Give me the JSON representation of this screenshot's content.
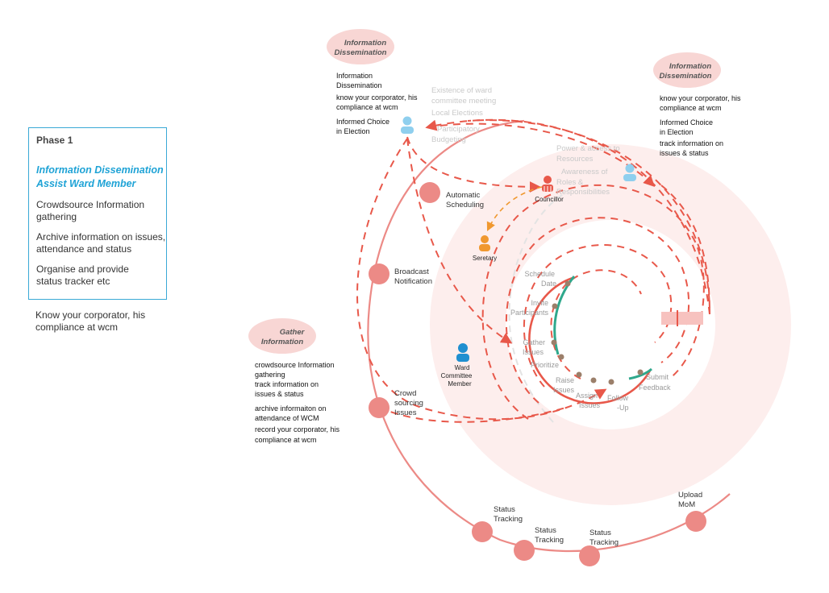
{
  "phase_panel": {
    "title": "Phase 1",
    "subtitle_line1": "Information Dissemination",
    "subtitle_line2": "Assist Ward Member",
    "items": [
      [
        "Crowdsource Information",
        "gathering"
      ],
      [
        "Archive information on issues,",
        "attendance and status"
      ],
      [
        "Organise and provide",
        "status tracker etc"
      ]
    ],
    "outside_note": [
      "Know your corporator, his",
      "compliance at wcm"
    ]
  },
  "bubbles": {
    "top_left": [
      "Information",
      "Dissemination"
    ],
    "top_right": [
      "Information",
      "Dissemination"
    ],
    "gather": [
      "Gather",
      "Information"
    ]
  },
  "notes": {
    "top_left": [
      "Information",
      "Dissemination",
      "know your corporator, his",
      "compliance at wcm",
      "Informed Choice",
      "in Election"
    ],
    "top_right": [
      "know your corporator, his",
      "compliance at wcm",
      "Informed Choice",
      "in Election",
      "track information on",
      "issues & status"
    ],
    "gather": [
      "crowdsource Information",
      "gathering",
      "track information on",
      "issues & status",
      "archive informaiton on",
      "attendance of WCM",
      "record your corporator, his",
      "compliance at wcm"
    ]
  },
  "faded_labels": {
    "left_group": [
      "Existence of ward",
      "committee meeting",
      "Local Elections",
      "Participatory",
      "Budgeting"
    ],
    "right_group": [
      "Power & access to",
      "Resources",
      "Awareness of",
      "Roles &",
      "Responsibilities"
    ]
  },
  "actors": {
    "councillor": "Councillor",
    "secretary": "Seretary",
    "ward_member": [
      "Ward",
      "Committee",
      "Member"
    ]
  },
  "outer_steps": {
    "automatic_scheduling": [
      "Automatic",
      "Scheduling"
    ],
    "broadcast_notification": [
      "Broadcast",
      "Notification"
    ],
    "crowd_sourcing": [
      "Crowd",
      "sourcing",
      "Issues"
    ],
    "status_tracking_1": [
      "Status",
      "Tracking"
    ],
    "status_tracking_2": [
      "Status",
      "Tracking"
    ],
    "status_tracking_3": [
      "Status",
      "Tracking"
    ],
    "upload_mom": [
      "Upload",
      "MoM"
    ]
  },
  "inner_steps": {
    "schedule_date": [
      "Schedule",
      "Date"
    ],
    "invite_participants": [
      "Invite",
      "Participants"
    ],
    "gather_issues": [
      "Gather",
      "Issues"
    ],
    "prioritize": [
      "Prioritize"
    ],
    "raise_issues": [
      "Raise",
      "Issues"
    ],
    "assign_issues": [
      "Assign",
      "Issues"
    ],
    "follow_up": [
      "Follow",
      "-Up"
    ],
    "submit_feedback": [
      "Submit",
      "Feedback"
    ]
  },
  "colors": {
    "accent_red": "#e8584a",
    "soft_red": "#ec8a86",
    "bubble_pink": "#f8d6d4",
    "halo_pink": "#fdeeed",
    "blue": "#1f8fd0",
    "light_blue": "#8fcfee",
    "orange": "#f0982f",
    "teal": "#2fa88c",
    "panel_blue": "#3aa9d6"
  }
}
